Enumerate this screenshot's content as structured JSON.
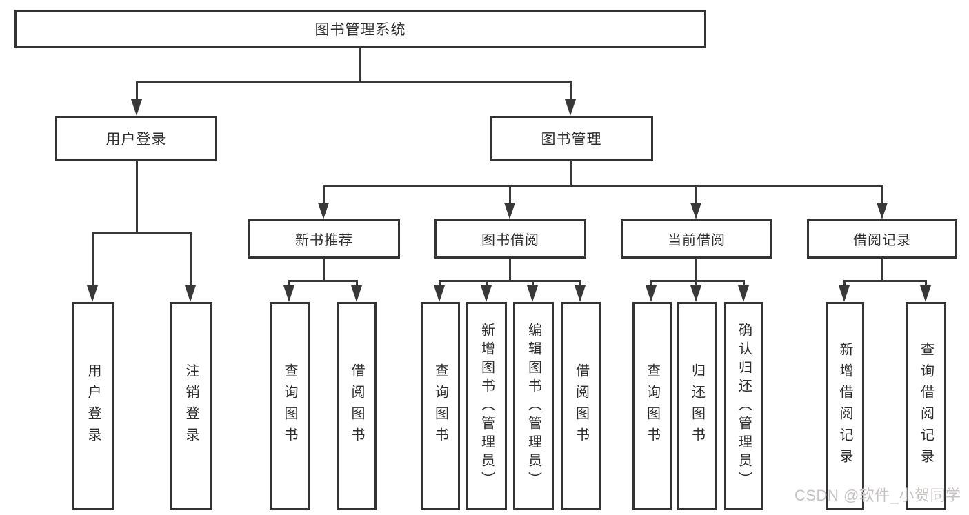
{
  "nodes": {
    "root": "图书管理系统",
    "level2": [
      "用户登录",
      "图书管理"
    ],
    "level3": [
      "新书推荐",
      "图书借阅",
      "当前借阅",
      "借阅记录"
    ],
    "leaves": [
      "用户登录",
      "注销登录",
      "查询图书",
      "借阅图书",
      "查询图书",
      "新增图书（管理员）",
      "编辑图书（管理员）",
      "借阅图书",
      "查询图书",
      "归还图书",
      "确认归还（管理员）",
      "新增借阅记录",
      "查询借阅记录"
    ]
  },
  "watermark": "CSDN @软件_小贺同学",
  "colors": {
    "line": "#383838",
    "border": "#333333",
    "text": "#2d2d2d",
    "watermark_text": "#c8c2c2",
    "background": "#ffffff"
  }
}
